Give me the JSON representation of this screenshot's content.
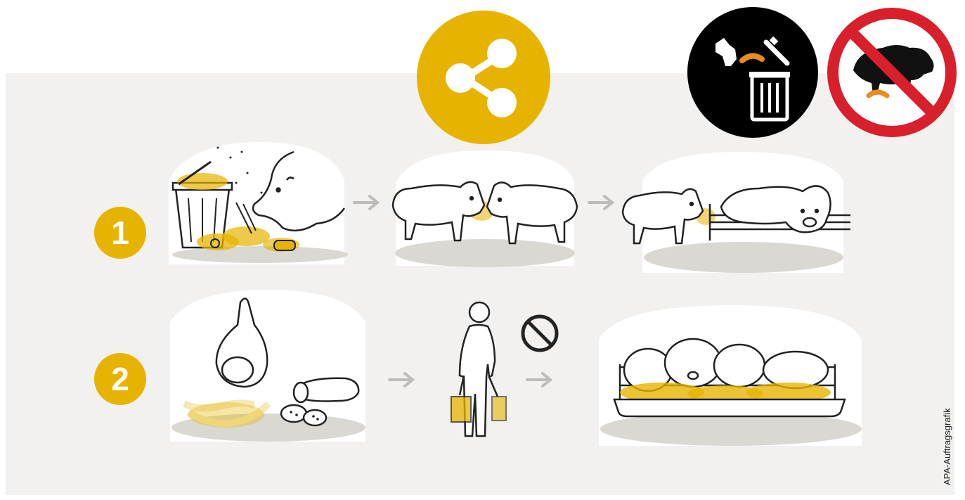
{
  "credit": "APA-Auftragsgrafik",
  "steps": [
    "1",
    "2"
  ],
  "icons": {
    "share": "share-icon",
    "dispose": "dispose-in-bin-icon",
    "no_feeding": "no-feeding-wild-boar-icon",
    "prohibited": "prohibited-icon",
    "arrow": "arrow-right-icon"
  },
  "colors": {
    "accent_yellow": "#e6b400",
    "panel_gray": "#f2f1ef",
    "ground_gray": "#d9d8d3",
    "prohibition_red": "#d7202b",
    "food_orange": "#e78c1e"
  }
}
